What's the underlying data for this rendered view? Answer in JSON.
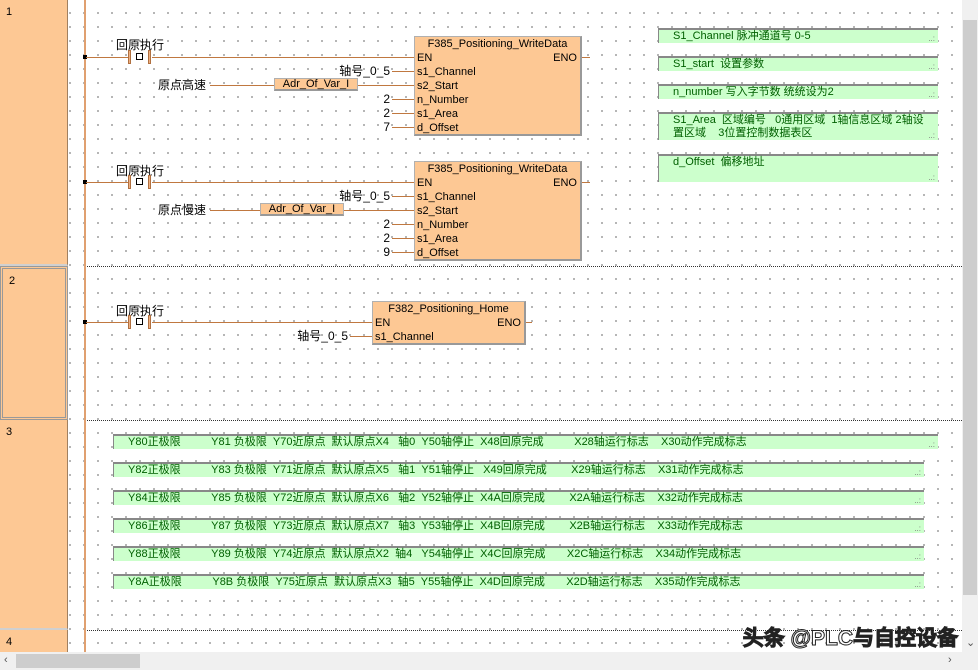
{
  "networks": [
    "1",
    "2",
    "3",
    "4"
  ],
  "rung1": {
    "contact_a": "回原执行",
    "contact_b": "回原执行",
    "fb_a": {
      "title": "F385_Positioning_WriteData",
      "en": "EN",
      "eno": "ENO",
      "pins": [
        "s1_Channel",
        "s2_Start",
        "n_Number",
        "s1_Area",
        "d_Offset"
      ],
      "inputs": [
        "轴号_0_5",
        "",
        "2",
        "2",
        "7"
      ],
      "var": "原点高速",
      "adr": "Adr_Of_Var_I"
    },
    "fb_b": {
      "title": "F385_Positioning_WriteData",
      "en": "EN",
      "eno": "ENO",
      "pins": [
        "s1_Channel",
        "s2_Start",
        "n_Number",
        "s1_Area",
        "d_Offset"
      ],
      "inputs": [
        "轴号_0_5",
        "",
        "2",
        "2",
        "9"
      ],
      "var": "原点慢速",
      "adr": "Adr_Of_Var_I"
    },
    "comments": [
      "S1_Channel 脉冲通道号 0-5",
      "S1_start  设置参数",
      "n_number 写入字节数 统统设为2",
      "S1_Area  区域编号   0通用区域  1轴信息区域 2轴设\n置区域    3位置控制数据表区",
      "d_Offset  偏移地址"
    ]
  },
  "rung2": {
    "contact": "回原执行",
    "fb": {
      "title": "F382_Positioning_Home",
      "en": "EN",
      "eno": "ENO",
      "pin": "s1_Channel",
      "input": "轴号_0_5"
    }
  },
  "rung3": {
    "comments": [
      "Y80正极限          Y81 负极限  Y70近原点  默认原点X4   轴0  Y50轴停止  X48回原完成          X28轴运行标志    X30动作完成标志",
      "Y82正极限          Y83 负极限  Y71近原点  默认原点X5   轴1  Y51轴停止   X49回原完成        X29轴运行标志    X31动作完成标志",
      "Y84正极限          Y85 负极限  Y72近原点  默认原点X6   轴2  Y52轴停止  X4A回原完成        X2A轴运行标志    X32动作完成标志",
      "Y86正极限          Y87 负极限  Y73近原点  默认原点X7   轴3  Y53轴停止  X4B回原完成        X2B轴运行标志    X33动作完成标志",
      "Y88正极限          Y89 负极限  Y74近原点  默认原点X2  轴4   Y54轴停止  X4C回原完成       X2C轴运行标志    X34动作完成标志",
      "Y8A正极限          Y8B 负极限  Y75近原点  默认原点X3  轴5  Y55轴停止  X4D回原完成       X2D轴运行标志    X35动作完成标志"
    ]
  },
  "watermark": "头条 @PLC与自控设备"
}
